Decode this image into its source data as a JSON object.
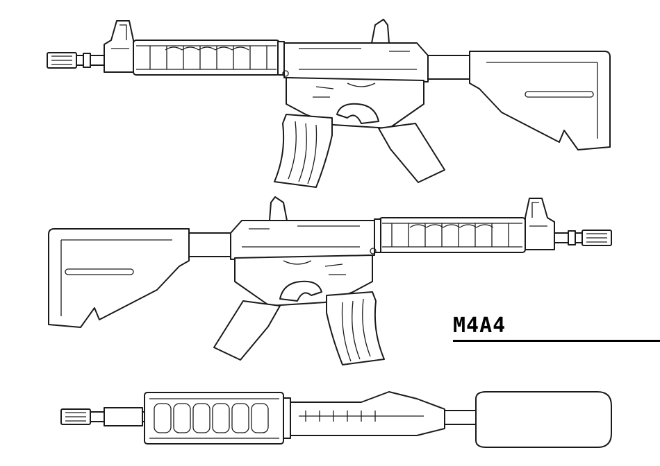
{
  "title": "M4A4",
  "views": [
    "left-side",
    "right-side",
    "top"
  ],
  "colors": {
    "line": "#1a1a1a",
    "background": "#ffffff"
  }
}
